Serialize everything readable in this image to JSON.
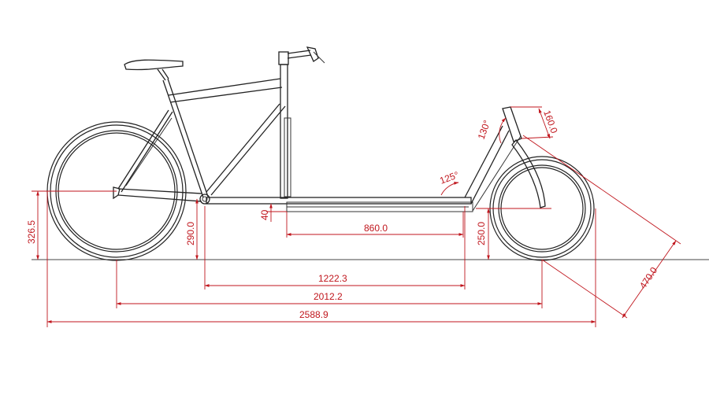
{
  "colors": {
    "dimension": "#c0161d",
    "frame": "#222222",
    "background": "#ffffff"
  },
  "dimensions": {
    "rear_axle_height": "326.5",
    "bb_height": "290.0",
    "deck_drop": "40",
    "cargo_length": "860.0",
    "front_deck_height": "250.0",
    "bb_to_front": "1222.3",
    "wheelbase": "2012.2",
    "overall_length": "2588.9",
    "fork_offset": "470.0",
    "steerer_length": "160.0",
    "head_angle": "130°",
    "front_angle": "125°"
  }
}
